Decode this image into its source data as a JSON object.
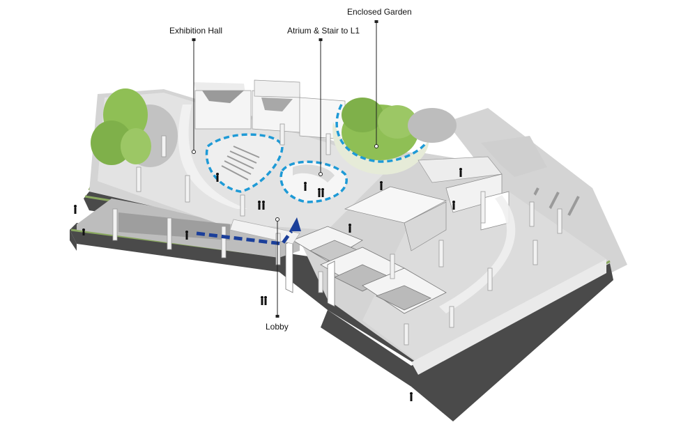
{
  "labels": {
    "exhibition_hall": "Exhibition Hall",
    "atrium": "Atrium & Stair to L1",
    "enclosed_garden": "Enclosed Garden",
    "lobby": "Lobby"
  },
  "colors": {
    "background": "#ffffff",
    "floor_slab": "#d9d9d9",
    "floor_light": "#e6e6e6",
    "wall_white": "#f4f4f4",
    "retaining_wall": "#4a4a4a",
    "green_edge": "#8aa860",
    "tree": "#8fbf55",
    "tree_shadow": "#b9b9b9",
    "outline_dashed_light": "#1e9ad6",
    "path_dashed_dark": "#1b3f9a",
    "leader_line": "#222222"
  },
  "icons": {
    "arrow": "arrow-up-icon",
    "person": "person-icon"
  }
}
